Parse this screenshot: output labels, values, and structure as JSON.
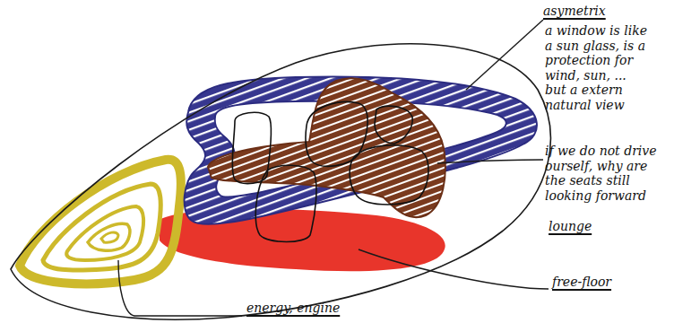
{
  "diagram": {
    "labels": [
      "asymetrix",
      "a window is like a sun glass, is a protection for wind, sun, ... but a extern natural view",
      "if we do not drive ourself, why are the seats still looking forward",
      "lounge",
      "free-floor",
      "energy, engine"
    ]
  }
}
